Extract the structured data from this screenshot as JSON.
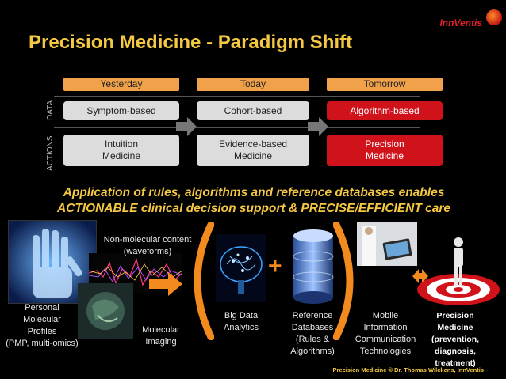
{
  "brand": "InnVentis",
  "title": "Precision Medicine - Paradigm Shift",
  "side_labels": {
    "data": "DATA",
    "actions": "ACTIONS"
  },
  "columns": [
    {
      "header": "Yesterday",
      "data": "Symptom-based",
      "action_line1": "Intuition",
      "action_line2": "Medicine"
    },
    {
      "header": "Today",
      "data": "Cohort-based",
      "action_line1": "Evidence-based",
      "action_line2": "Medicine"
    },
    {
      "header": "Tomorrow",
      "data": "Algorithm-based",
      "action_line1": "Precision",
      "action_line2": "Medicine"
    }
  ],
  "subtitle_line1": "Application of rules, algorithms and reference databases enables",
  "subtitle_line2": "ACTIONABLE clinical decision support & PRECISE/EFFICIENT care",
  "flow": {
    "nonmolecular": [
      "Non-molecular content",
      "(waveforms)"
    ],
    "personal": [
      "Personal",
      "Molecular",
      "Profiles",
      "(PMP, multi-omics)"
    ],
    "imaging": [
      "Molecular",
      "Imaging"
    ],
    "bigdata": [
      "Big Data",
      "Analytics"
    ],
    "reference": [
      "Reference",
      "Databases",
      "(Rules &",
      "Algorithms)"
    ],
    "mobile": [
      "Mobile",
      "Information",
      "Communication",
      "Technologies"
    ],
    "precision": [
      "Precision",
      "Medicine",
      "(prevention,",
      "diagnosis, treatment)"
    ]
  },
  "plus": "+",
  "footer": "Precision Medicine © Dr. Thomas Wilckens, InnVentis",
  "colors": {
    "accent_yellow": "#f4c842",
    "header_orange": "#f0a14a",
    "red": "#d0121b",
    "arrow_orange": "#f28a1e"
  }
}
